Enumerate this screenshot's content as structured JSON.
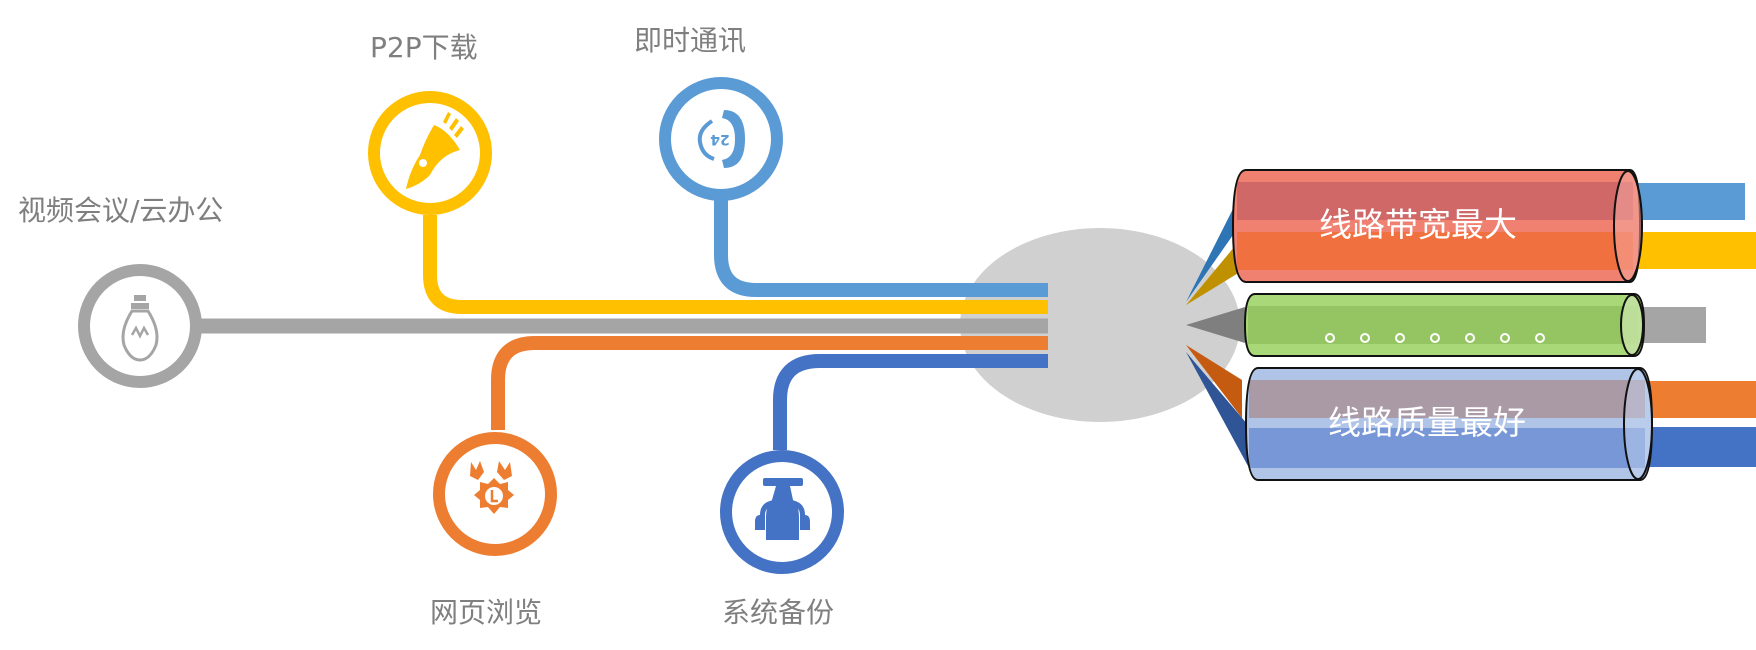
{
  "apps": [
    {
      "key": "video",
      "label": "视频会议/云办公",
      "color": "#a5a5a5",
      "icon": "lightbulb-icon"
    },
    {
      "key": "p2p",
      "label": "P2P下载",
      "color": "#ffc000",
      "icon": "rocket-icon"
    },
    {
      "key": "im",
      "label": "即时通讯",
      "color": "#5b9bd5",
      "icon": "phone-24h-icon"
    },
    {
      "key": "web",
      "label": "网页浏览",
      "color": "#ed7d31",
      "icon": "medal-icon"
    },
    {
      "key": "backup",
      "label": "系统备份",
      "color": "#4472c4",
      "icon": "backup-device-icon"
    }
  ],
  "hub": {
    "color": "#d0d0d0"
  },
  "tubes": [
    {
      "key": "bandwidth",
      "label": "线路带宽最大",
      "top_color": "#d06868",
      "bottom_color": "#f07040"
    },
    {
      "key": "other",
      "label": "",
      "dots": 7,
      "color": "#95c562"
    },
    {
      "key": "quality",
      "label": "线路质量最好",
      "top_color": "#a99aa6",
      "bottom_color": "#7897d6"
    }
  ]
}
